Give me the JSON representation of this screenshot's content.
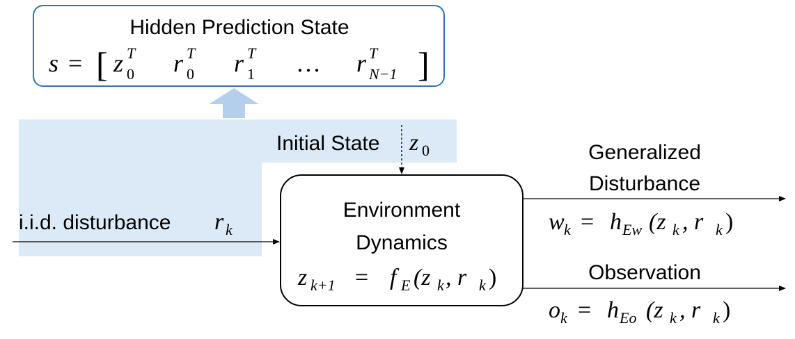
{
  "colors": {
    "highlight": "#dce9f6",
    "box_border_blue": "#2e75b6",
    "arrow_up": "#b4cfeb",
    "line": "#000000"
  },
  "hidden_state": {
    "title": "Hidden Prediction State",
    "equation_lhs": "s",
    "equals": "=",
    "open_bracket": "[",
    "close_bracket": "]",
    "terms": [
      {
        "base": "z",
        "sub": "0",
        "sup": "T"
      },
      {
        "base": "r",
        "sub": "0",
        "sup": "T"
      },
      {
        "base": "r",
        "sub": "1",
        "sup": "T"
      },
      {
        "base": "…",
        "sub": "",
        "sup": ""
      },
      {
        "base": "r",
        "sub": "N−1",
        "sup": "T"
      }
    ]
  },
  "initial_state": {
    "label": "Initial State",
    "symbol": "z",
    "subscript": "0"
  },
  "disturbance_input": {
    "label": "i.i.d. disturbance",
    "symbol": "r",
    "subscript": "k"
  },
  "environment": {
    "title_line1": "Environment",
    "title_line2": "Dynamics",
    "eq_lhs": "z",
    "eq_lhs_sub": "k+1",
    "eq_rhs_f": "f",
    "eq_rhs_f_sub": "E",
    "eq_args": "(z",
    "eq_args_sub1": "k",
    "eq_args_mid": ", r",
    "eq_args_sub2": "k",
    "eq_args_end": ")"
  },
  "generalized_disturbance": {
    "label_line1": "Generalized",
    "label_line2": "Disturbance",
    "eq_lhs": "w",
    "eq_lhs_sub": "k",
    "eq_h": "h",
    "eq_h_sub": "Ew"
  },
  "observation": {
    "label": "Observation",
    "eq_lhs": "o",
    "eq_lhs_sub": "k",
    "eq_h": "h",
    "eq_h_sub": "Eo"
  }
}
